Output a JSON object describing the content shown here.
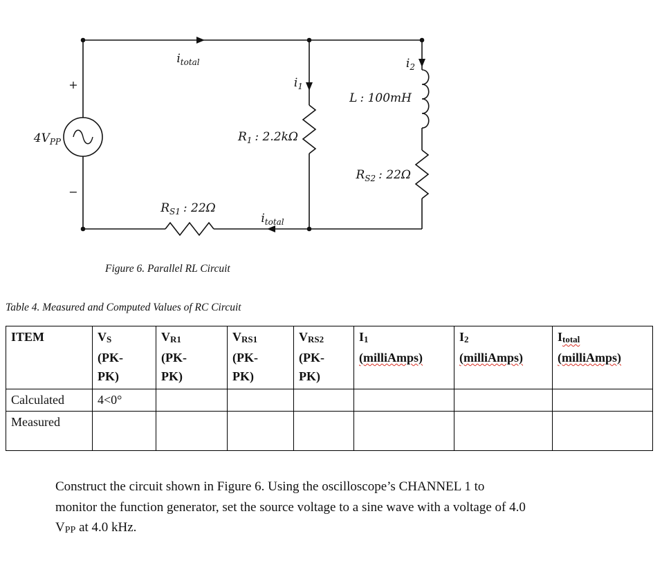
{
  "figure": {
    "caption": "Figure 6. Parallel RL Circuit",
    "source": {
      "plus": "+",
      "minus": "−",
      "label_main": "4V",
      "label_sub": "PP"
    },
    "currents": {
      "i_total": {
        "main": "i",
        "sub": "total"
      },
      "i1": {
        "main": "i",
        "sub": "1"
      },
      "i2": {
        "main": "i",
        "sub": "2"
      }
    },
    "components": {
      "r1": {
        "main": "R",
        "sub": "1",
        "value": ": 2.2kΩ"
      },
      "l": {
        "main": "L",
        "value": ": 100mH"
      },
      "rs2": {
        "main": "R",
        "sub": "S2",
        "value": ": 22Ω"
      },
      "rs1": {
        "main": "R",
        "sub": "S1",
        "value": ": 22Ω"
      }
    }
  },
  "table": {
    "caption": "Table 4. Measured and Computed Values of RC Circuit",
    "headers": [
      {
        "name": "ITEM"
      },
      {
        "name": "V",
        "sub": "S",
        "unit": "(PK-",
        "unit2": "PK)"
      },
      {
        "name": "V",
        "sub": "R1",
        "unit": "(PK-",
        "unit2": "PK)"
      },
      {
        "name": "V",
        "sub": "RS1",
        "unit": "(PK-",
        "unit2": "PK)"
      },
      {
        "name": "V",
        "sub": "RS2",
        "unit": "(PK-",
        "unit2": "PK)"
      },
      {
        "name": "I",
        "sub": "1",
        "unit_wavy": "(milliAmps)"
      },
      {
        "name": "I",
        "sub": "2",
        "unit_wavy": "(milliAmps)"
      },
      {
        "name": "I",
        "sub_wavy": "total",
        "unit_wavy": "(milliAmps)"
      }
    ],
    "rows": [
      {
        "label": "Calculated",
        "values": [
          "4<0°",
          "",
          "",
          "",
          "",
          "",
          ""
        ]
      },
      {
        "label": "Measured",
        "values": [
          "",
          "",
          "",
          "",
          "",
          "",
          ""
        ]
      }
    ]
  },
  "instructions": {
    "part1": "Construct the circuit shown in Figure 6. Using the oscilloscope’s CHANNEL 1 to\nmonitor the function generator, set the source voltage to a sine wave with a voltage of 4.0\n",
    "v_main": "V",
    "v_sub": "PP",
    "part2": " at 4.0 kHz."
  }
}
